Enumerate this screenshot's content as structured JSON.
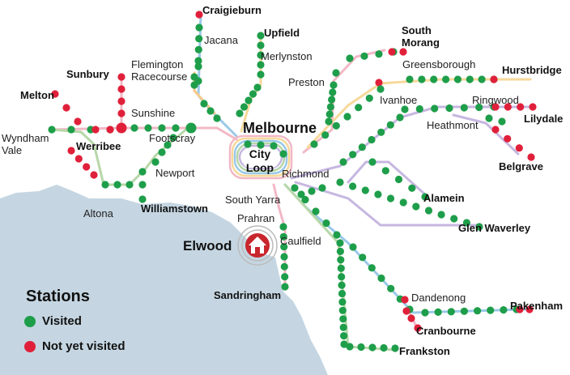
{
  "colors": {
    "visited": "#1e9e4a",
    "not_visited": "#e0203a",
    "water": "#c5d6e2",
    "land": "#ffffff",
    "home": "#c8262d"
  },
  "city": {
    "name": "Melbourne",
    "loop": "City\nLoop"
  },
  "home": {
    "label": "Elwood",
    "icon": "house-icon"
  },
  "stations": [
    {
      "key": "craigieburn",
      "label": "Craigieburn",
      "bold": true
    },
    {
      "key": "jacana",
      "label": "Jacana",
      "bold": false
    },
    {
      "key": "upfield",
      "label": "Upfield",
      "bold": true
    },
    {
      "key": "merlynston",
      "label": "Merlynston",
      "bold": false
    },
    {
      "key": "flemington",
      "label": "Flemington\nRacecourse",
      "bold": false
    },
    {
      "key": "south-morang",
      "label": "South\nMorang",
      "bold": true
    },
    {
      "key": "greensborough",
      "label": "Greensborough",
      "bold": false
    },
    {
      "key": "hurstbridge",
      "label": "Hurstbridge",
      "bold": true
    },
    {
      "key": "preston",
      "label": "Preston",
      "bold": false
    },
    {
      "key": "ivanhoe",
      "label": "Ivanhoe",
      "bold": false
    },
    {
      "key": "ringwood",
      "label": "Ringwood",
      "bold": false
    },
    {
      "key": "lilydale",
      "label": "Lilydale",
      "bold": true
    },
    {
      "key": "heathmont",
      "label": "Heathmont",
      "bold": false
    },
    {
      "key": "belgrave",
      "label": "Belgrave",
      "bold": true
    },
    {
      "key": "sunbury",
      "label": "Sunbury",
      "bold": true
    },
    {
      "key": "melton",
      "label": "Melton",
      "bold": true
    },
    {
      "key": "sunshine",
      "label": "Sunshine",
      "bold": false
    },
    {
      "key": "wyndham",
      "label": "Wyndham\nVale",
      "bold": false
    },
    {
      "key": "werribee",
      "label": "Werribee",
      "bold": true
    },
    {
      "key": "footscray",
      "label": "Footscray",
      "bold": false
    },
    {
      "key": "newport",
      "label": "Newport",
      "bold": false
    },
    {
      "key": "altona",
      "label": "Altona",
      "bold": false
    },
    {
      "key": "williamstown",
      "label": "Williamstown",
      "bold": true
    },
    {
      "key": "richmond",
      "label": "Richmond",
      "bold": false
    },
    {
      "key": "alamein",
      "label": "Alamein",
      "bold": true
    },
    {
      "key": "glen-waverley",
      "label": "Glen Waverley",
      "bold": true
    },
    {
      "key": "south-yarra",
      "label": "South Yarra",
      "bold": false
    },
    {
      "key": "prahran",
      "label": "Prahran",
      "bold": false
    },
    {
      "key": "caulfield",
      "label": "Caulfield",
      "bold": false
    },
    {
      "key": "sandringham",
      "label": "Sandringham",
      "bold": true
    },
    {
      "key": "dandenong",
      "label": "Dandenong",
      "bold": false
    },
    {
      "key": "pakenham",
      "label": "Pakenham",
      "bold": true
    },
    {
      "key": "cranbourne",
      "label": "Cranbourne",
      "bold": true
    },
    {
      "key": "frankston",
      "label": "Frankston",
      "bold": true
    }
  ],
  "legend": {
    "title": "Stations",
    "visited": "Visited",
    "not_visited": "Not yet visited"
  }
}
